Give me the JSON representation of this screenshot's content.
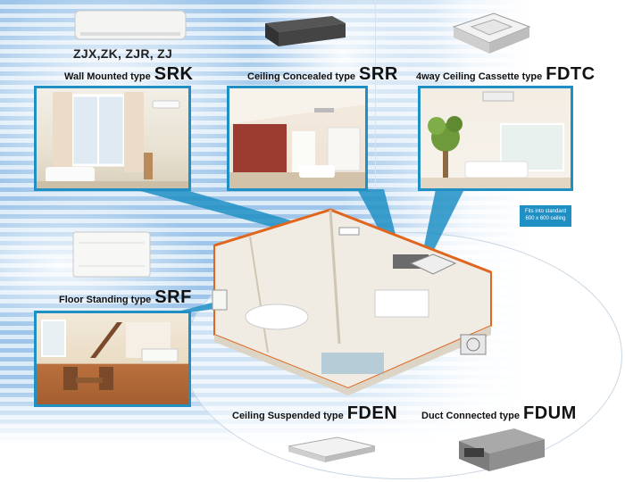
{
  "series_label": "ZJX,ZK, ZJR, ZJ",
  "units": [
    {
      "key": "srk",
      "small": "Wall Mounted type",
      "code": "SRK"
    },
    {
      "key": "srr",
      "small": "Ceiling Concealed type",
      "code": "SRR"
    },
    {
      "key": "fdtc",
      "small": "4way Ceiling Cassette type",
      "code": "FDTC"
    },
    {
      "key": "srf",
      "small": "Floor Standing type",
      "code": "SRF"
    },
    {
      "key": "fden",
      "small": "Ceiling Suspended type",
      "code": "FDEN"
    },
    {
      "key": "fdum",
      "small": "Duct Connected type",
      "code": "FDUM"
    }
  ],
  "note": {
    "line1": "Fits into standard",
    "line2": "600 x 600 ceiling"
  },
  "colors": {
    "frame": "#1f8fc4",
    "duct": "#e0661f",
    "stripe": "#9fc6ea"
  }
}
